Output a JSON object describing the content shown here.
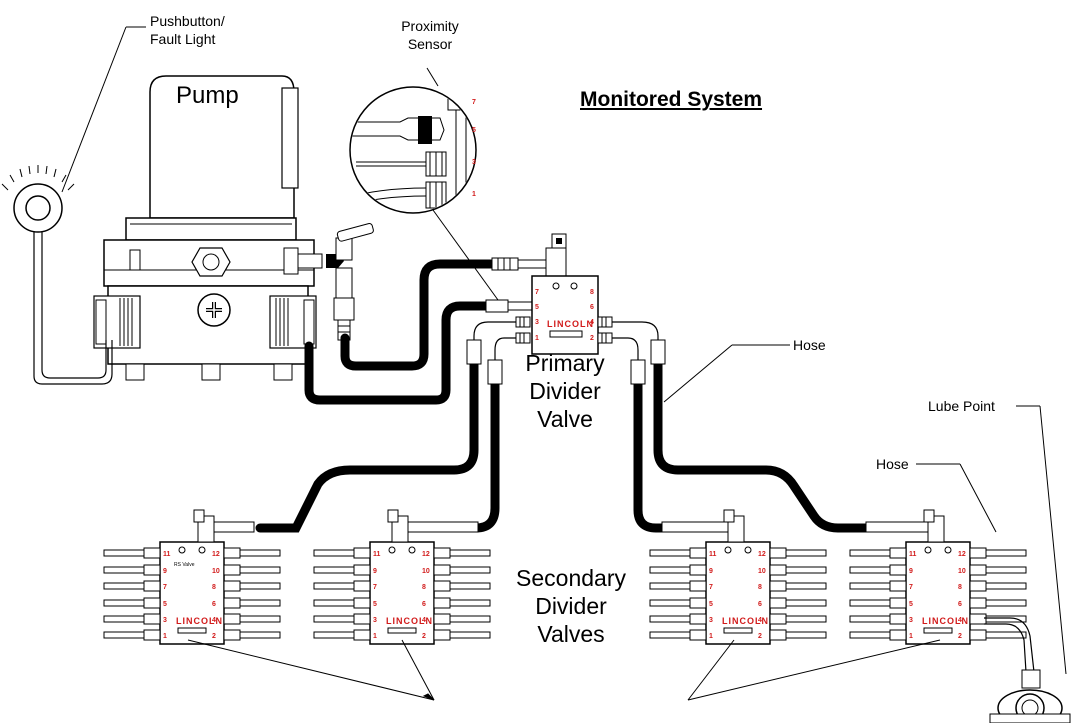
{
  "title": "Monitored System",
  "labels": {
    "pushbutton_line1": "Pushbutton/",
    "pushbutton_line2": "Fault Light",
    "proximity_line1": "Proximity",
    "proximity_line2": "Sensor",
    "pump": "Pump",
    "primary_line1": "Primary",
    "primary_line2": "Divider",
    "primary_line3": "Valve",
    "hose_upper": "Hose",
    "hose_lower": "Hose",
    "lube_point": "Lube Point",
    "secondary_line1": "Secondary",
    "secondary_line2": "Divider",
    "secondary_line3": "Valves"
  },
  "valve_stamp": "LINCOLN",
  "valve_small_text": "RS Valve",
  "sensor_ports": [
    "7",
    "5",
    "3",
    "1"
  ],
  "primary_ports_left": [
    "7",
    "5",
    "3",
    "1"
  ],
  "primary_ports_right": [
    "8",
    "6",
    "4",
    "2"
  ],
  "secondary_ports_left": [
    "11",
    "9",
    "7",
    "5",
    "3",
    "1"
  ],
  "secondary_ports_right": [
    "12",
    "10",
    "8",
    "6",
    "4",
    "2"
  ],
  "colors": {
    "line": "#000000",
    "stamp": "#d21b1b",
    "background": "#ffffff"
  }
}
